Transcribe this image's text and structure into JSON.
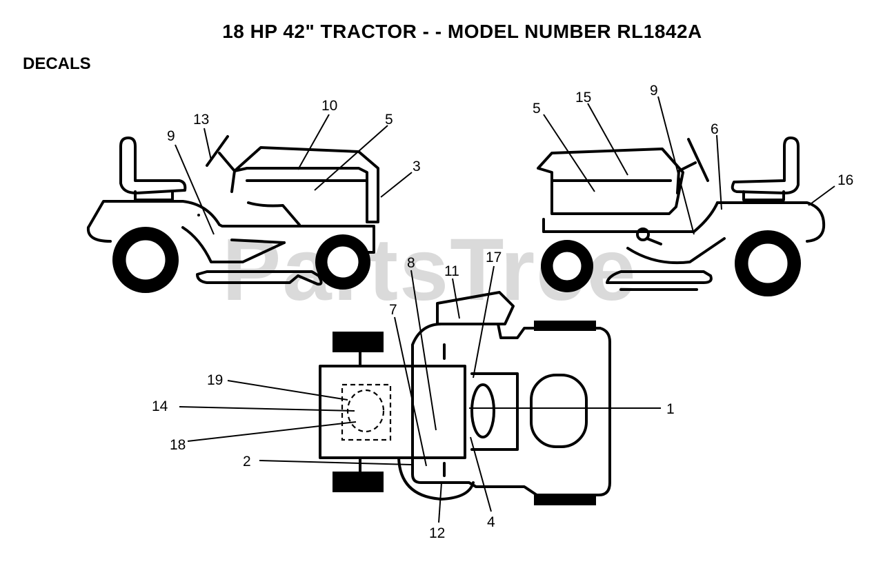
{
  "header": {
    "title": "18 HP 42\" TRACTOR - - MODEL NUMBER RL1842A",
    "section": "DECALS"
  },
  "watermark": "PartsTree",
  "callouts": {
    "left_view": [
      "13",
      "10",
      "5",
      "9",
      "3"
    ],
    "right_view": [
      "5",
      "15",
      "9",
      "6",
      "16"
    ],
    "top_view": [
      "8",
      "11",
      "17",
      "7",
      "19",
      "14",
      "18",
      "2",
      "1",
      "12",
      "4"
    ]
  }
}
